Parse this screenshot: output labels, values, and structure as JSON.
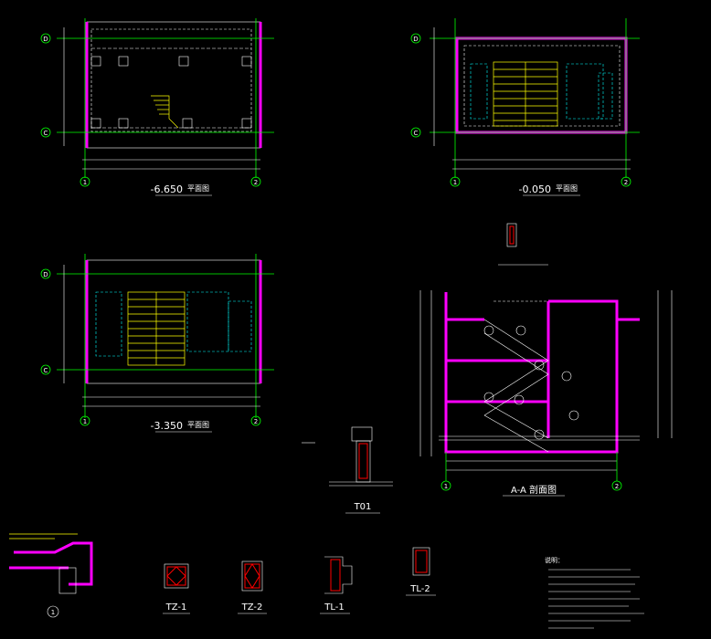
{
  "drawing": {
    "plan_top_left_title": "-6.650",
    "plan_top_left_suffix": "平面图",
    "plan_top_right_title": "-0.050",
    "plan_top_right_suffix": "平面图",
    "plan_bottom_left_title": "-3.350",
    "plan_bottom_left_suffix": "平面图",
    "section_title": "A-A 剖面图",
    "detail_t01": "T01",
    "detail_tz1": "TZ-1",
    "detail_tz2": "TZ-2",
    "detail_tl1": "TL-1",
    "detail_tl2": "TL-2",
    "axis_1": "1",
    "axis_2": "2",
    "axis_d": "D",
    "axis_c": "C",
    "detail_1": "1",
    "notes_heading": "说明："
  },
  "colors": {
    "background": "#000000",
    "wall": "#ff00ff",
    "grid": "#00ff00",
    "line": "#ffffff",
    "stair": "#ffff00",
    "hidden": "#00ffff",
    "rebar": "#ff0000"
  }
}
